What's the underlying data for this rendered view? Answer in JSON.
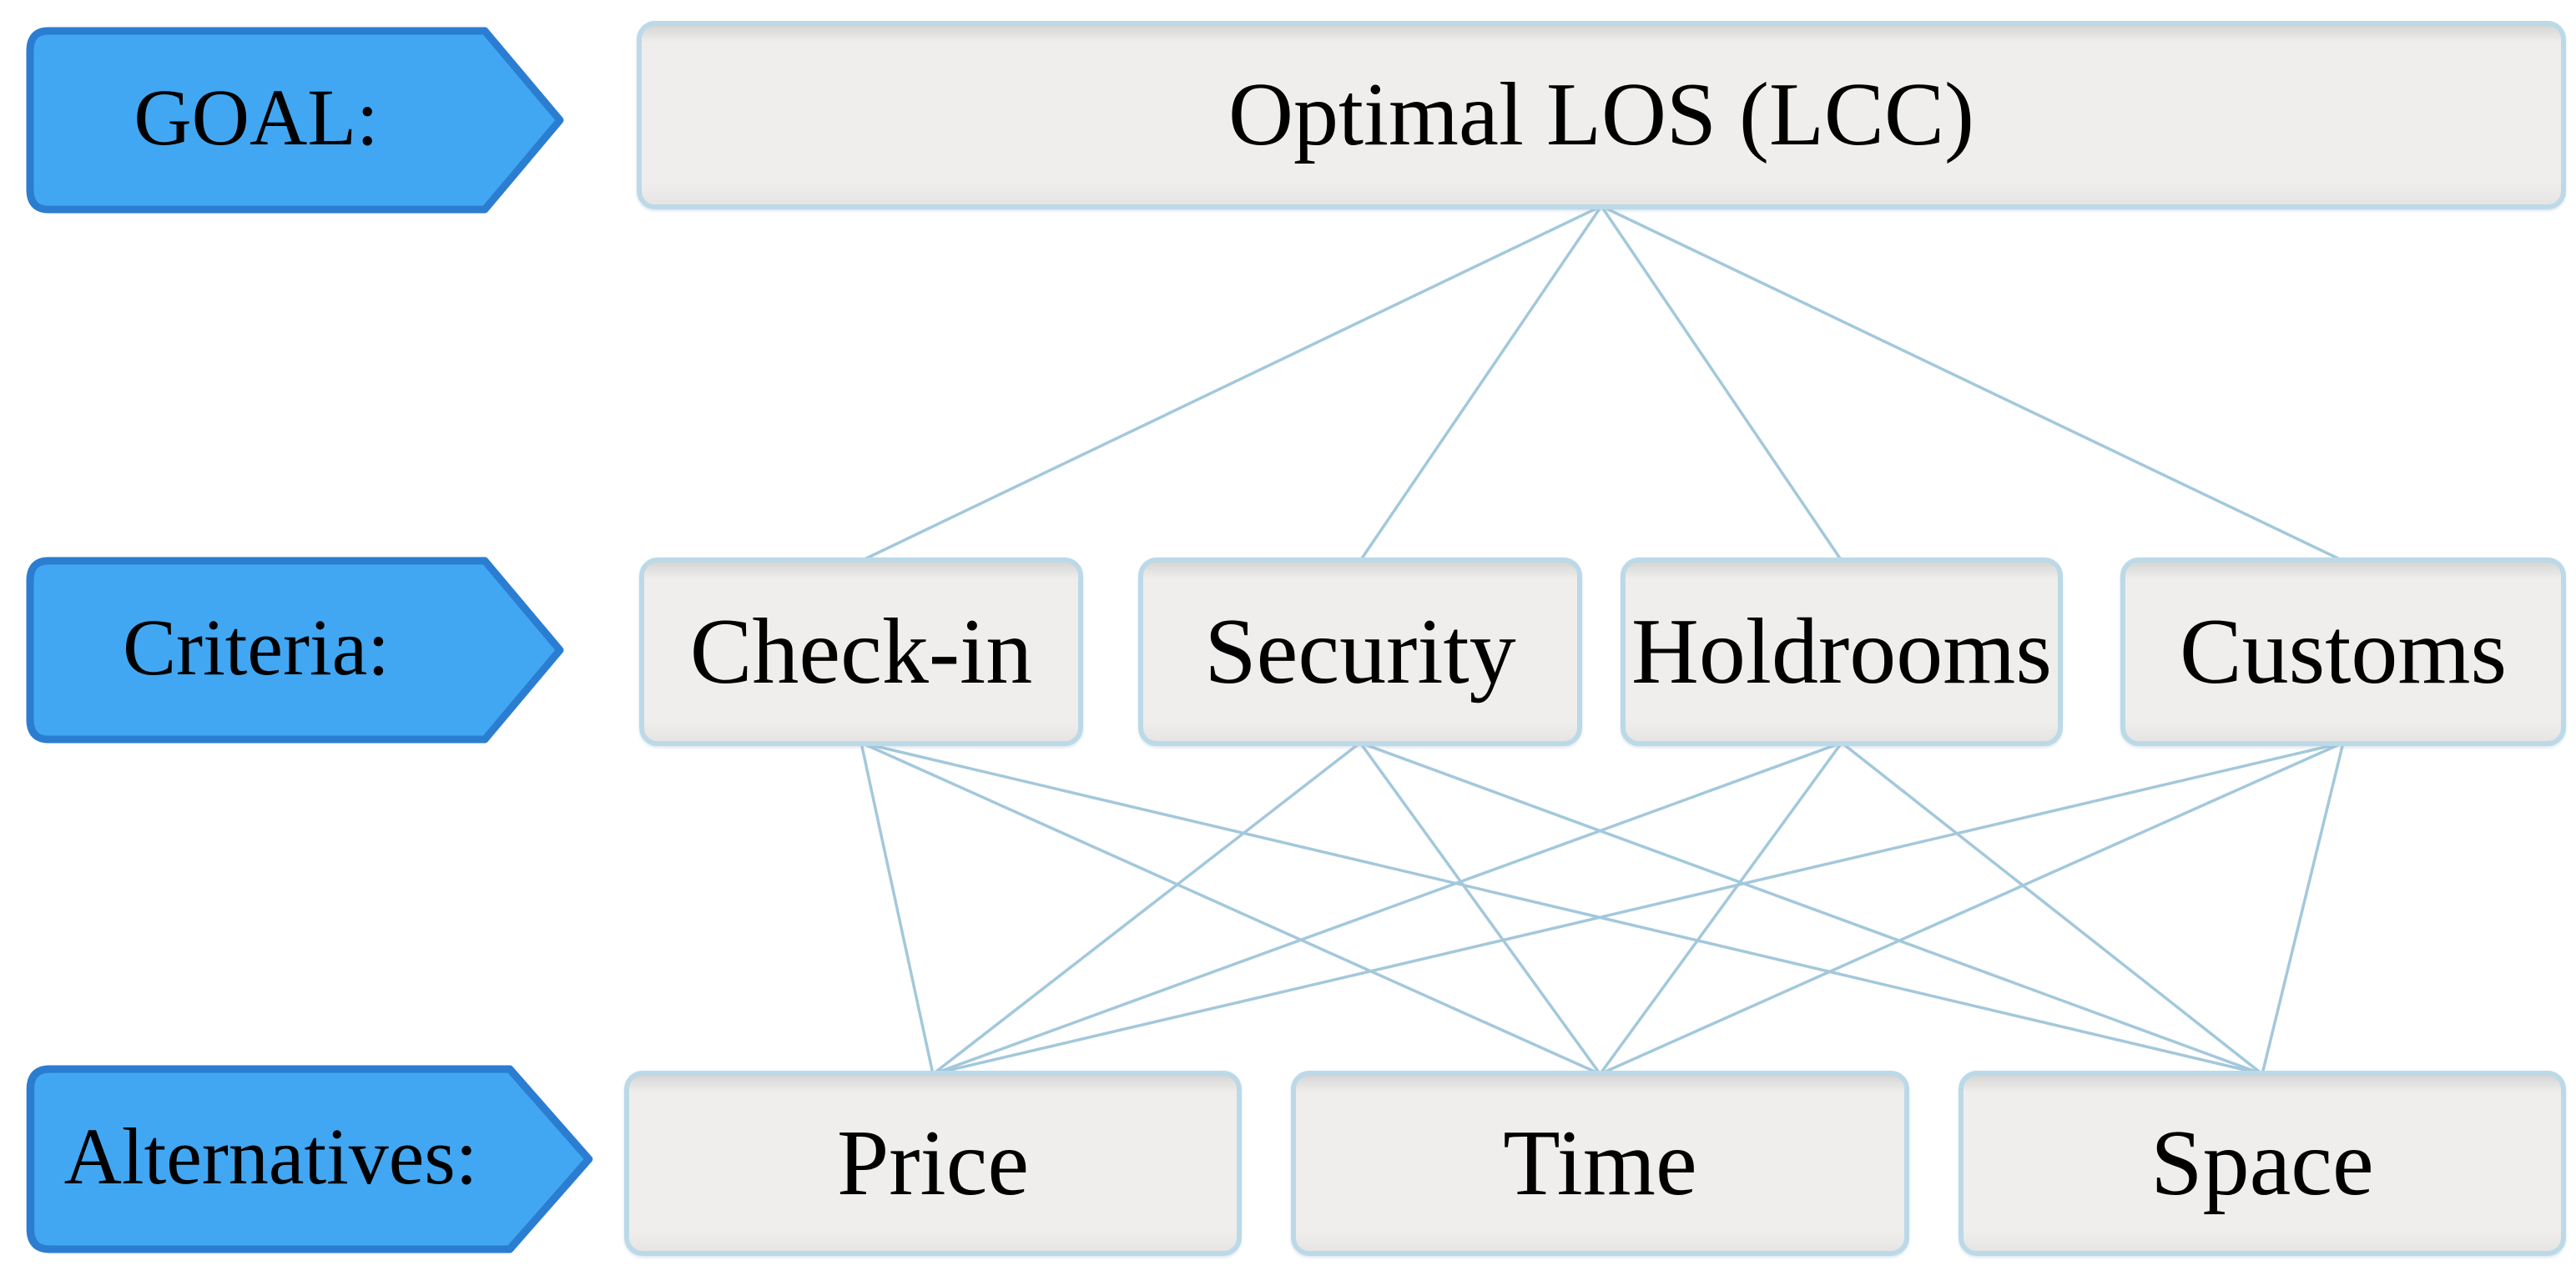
{
  "colors": {
    "background": "#ffffff",
    "tag_fill": "#41a7f2",
    "tag_border": "#2b7dd1",
    "box_fill": "#efeeec",
    "box_fill_top": "#d6d6d6",
    "box_border": "#bcd9e8",
    "connector": "#a3c8db",
    "text": "#000000"
  },
  "diagram": {
    "type": "hierarchy",
    "levels": {
      "goal": {
        "tag": "GOAL:",
        "nodes": [
          {
            "id": "goal-0",
            "label": "Optimal LOS (LCC)"
          }
        ]
      },
      "criteria": {
        "tag": "Criteria:",
        "nodes": [
          {
            "id": "criteria-0",
            "label": "Check-in"
          },
          {
            "id": "criteria-1",
            "label": "Security"
          },
          {
            "id": "criteria-2",
            "label": "Holdrooms"
          },
          {
            "id": "criteria-3",
            "label": "Customs"
          }
        ]
      },
      "alternatives": {
        "tag": "Alternatives:",
        "nodes": [
          {
            "id": "alternatives-0",
            "label": "Price"
          },
          {
            "id": "alternatives-1",
            "label": "Time"
          },
          {
            "id": "alternatives-2",
            "label": "Space"
          }
        ]
      }
    },
    "edges": [
      {
        "from": "goal-0",
        "to": "criteria-0"
      },
      {
        "from": "goal-0",
        "to": "criteria-1"
      },
      {
        "from": "goal-0",
        "to": "criteria-2"
      },
      {
        "from": "goal-0",
        "to": "criteria-3"
      },
      {
        "from": "criteria-0",
        "to": "alternatives-0"
      },
      {
        "from": "criteria-0",
        "to": "alternatives-1"
      },
      {
        "from": "criteria-0",
        "to": "alternatives-2"
      },
      {
        "from": "criteria-1",
        "to": "alternatives-0"
      },
      {
        "from": "criteria-1",
        "to": "alternatives-1"
      },
      {
        "from": "criteria-1",
        "to": "alternatives-2"
      },
      {
        "from": "criteria-2",
        "to": "alternatives-0"
      },
      {
        "from": "criteria-2",
        "to": "alternatives-1"
      },
      {
        "from": "criteria-2",
        "to": "alternatives-2"
      },
      {
        "from": "criteria-3",
        "to": "alternatives-0"
      },
      {
        "from": "criteria-3",
        "to": "alternatives-1"
      },
      {
        "from": "criteria-3",
        "to": "alternatives-2"
      }
    ]
  }
}
